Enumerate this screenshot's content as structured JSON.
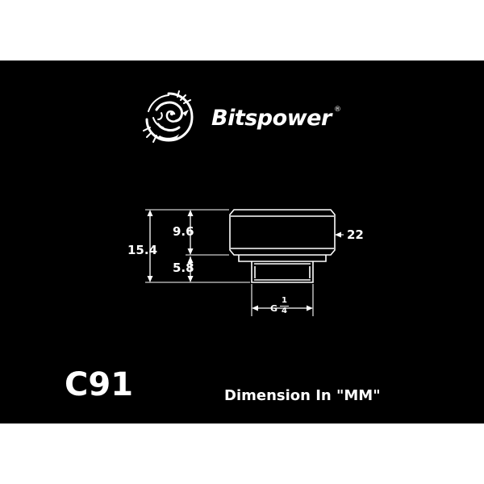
{
  "brand": {
    "name": "Bitspower",
    "registered_mark": "®",
    "logo_icon": "dragon-emblem-icon"
  },
  "drawing": {
    "dimensions": {
      "total_height": "15.4",
      "upper_height": "9.6",
      "lower_height": "5.8",
      "outer_diameter": "22"
    },
    "thread": {
      "prefix": "G",
      "numerator": "1",
      "denominator": "4"
    }
  },
  "model": "C91",
  "units_note": "Dimension In \"MM\"",
  "colors": {
    "background": "#000000",
    "frame": "#ffffff",
    "text": "#ffffff",
    "line": "#ffffff"
  }
}
